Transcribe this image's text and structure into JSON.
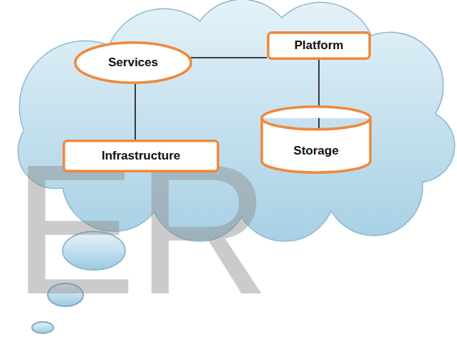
{
  "diagram": {
    "nodes": [
      {
        "text": [
          "Services"
        ]
      },
      {
        "text": [
          "Platform"
        ]
      },
      {
        "text": [
          "Infrastructure"
        ]
      },
      {
        "text": [
          "Storage"
        ]
      }
    ],
    "edges": [
      {
        "from": 0,
        "to": 1,
        "arrow": "none"
      },
      {
        "from": 0,
        "to": 2,
        "arrow": "none"
      },
      {
        "from": 1,
        "to": 3,
        "arrow": "none"
      }
    ],
    "labels": [
      "ER"
    ]
  }
}
